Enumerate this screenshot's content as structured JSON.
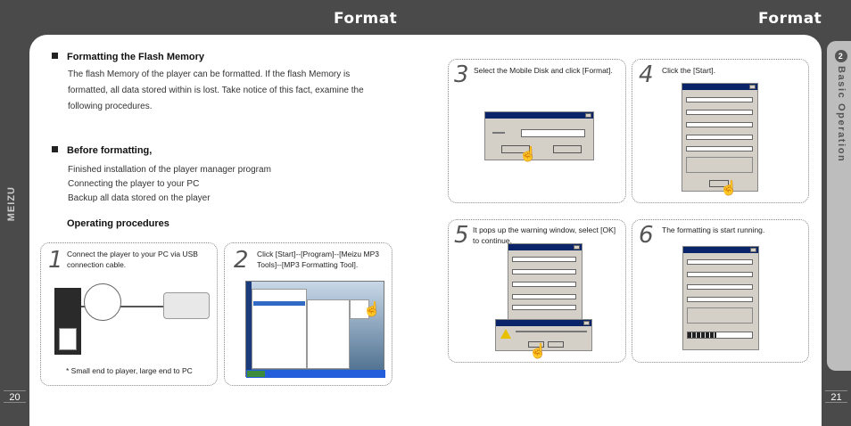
{
  "header": {
    "left_title": "Format",
    "right_title": "Format"
  },
  "side_tab": {
    "number": "2",
    "label": "Basic Operation"
  },
  "brand": "MEIZU",
  "page_numbers": {
    "left": "20",
    "right": "21"
  },
  "section1": {
    "heading": "Formatting the Flash Memory",
    "body": "The flash Memory of the player can be formatted. If the flash Memory is formatted, all data stored within is lost.  Take notice of this fact, examine the following procedures."
  },
  "section2": {
    "heading": "Before formatting,",
    "items": [
      "Finished installation of the player manager program",
      "Connecting the player to your PC",
      "Backup all data stored on the player"
    ]
  },
  "operating_heading": "Operating procedures",
  "steps": [
    {
      "num": "1",
      "text": "Connect the player to your PC via USB connection cable.",
      "note": "* Small end to player, large end to PC"
    },
    {
      "num": "2",
      "text": "Click [Start]--[Program]--[Meizu MP3 Tools]--[MP3 Formatting Tool]."
    },
    {
      "num": "3",
      "text": "Select the Mobile Disk and click [Format]."
    },
    {
      "num": "4",
      "text": "Click the [Start]."
    },
    {
      "num": "5",
      "text": "It pops up the warning window, select [OK] to continue."
    },
    {
      "num": "6",
      "text": "The formatting is start running."
    }
  ],
  "colors": {
    "background": "#4a4a4a",
    "page": "#ffffff",
    "tab": "#bdbdbd",
    "title_bar": "#0a246a"
  }
}
